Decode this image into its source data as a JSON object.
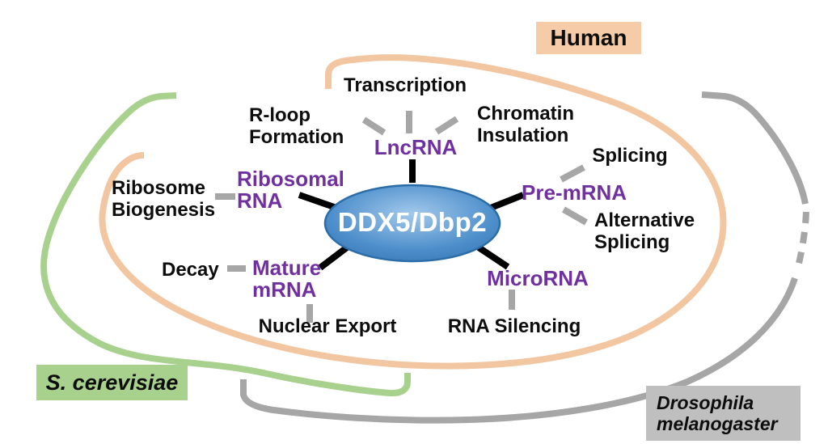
{
  "figure": {
    "description_title": "DDX5/Dbp2 RNA functions diagram"
  },
  "center_node": {
    "label": "DDX5/Dbp2"
  },
  "species_labels": {
    "human": {
      "label": "Human",
      "bg": "#f6cba8"
    },
    "s_cerevisiae": {
      "label": "S. cerevisiae",
      "bg": "#a9d18e"
    },
    "drosophila": {
      "label": "Drosophila\nmelanogaster",
      "bg": "#bfbfbf"
    }
  },
  "rna_nodes": {
    "lncrna": "LncRNA",
    "ribosomal_rna": "Ribosomal\nRNA",
    "pre_mrna": "Pre-mRNA",
    "mature_mrna": "Mature\nmRNA",
    "microrna": "MicroRNA"
  },
  "functions": {
    "transcription": "Transcription",
    "r_loop": "R-loop\nFormation",
    "chromatin": "Chromatin\nInsulation",
    "splicing": "Splicing",
    "alt_splicing": "Alternative\nSplicing",
    "ribosome_biogenesis": "Ribosome\nBiogenesis",
    "decay": "Decay",
    "nuclear_export": "Nuclear Export",
    "rna_silencing": "RNA Silencing"
  },
  "colors": {
    "purple_text": "#7030a0",
    "human_arc": "#f2c6a0",
    "human_label_bg": "#f6cba8",
    "yeast_arc": "#a9d18e",
    "yeast_label_bg": "#a9d18e",
    "fly_arc": "#a6a6a6",
    "fly_label_bg": "#bfbfbf",
    "node_fill_light": "#a3c9ec",
    "node_fill_dark": "#2b6da9",
    "connector_black": "#000000",
    "tick_gray": "#a6a6a6"
  }
}
